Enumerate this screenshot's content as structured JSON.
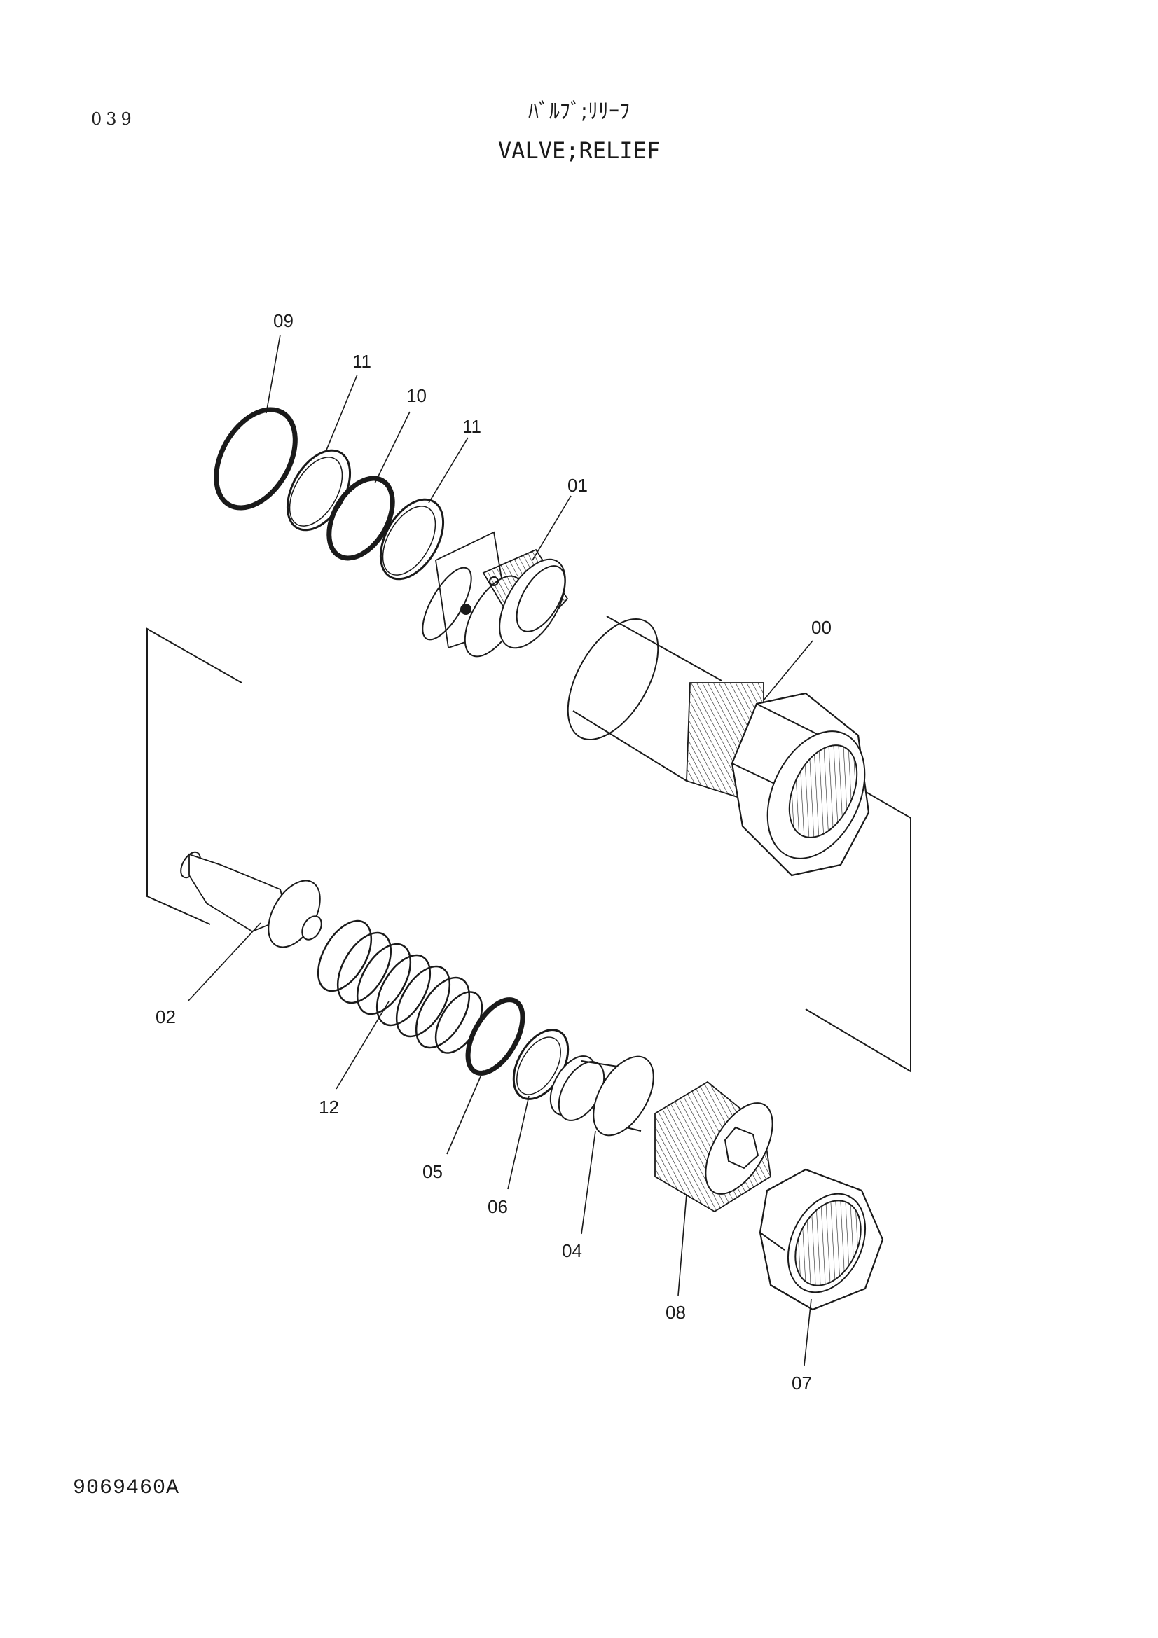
{
  "page_number": "039",
  "title_jp": "ﾊﾞﾙﾌﾞ;ﾘﾘｰﾌ",
  "title_en": "VALVE;RELIEF",
  "document_code": "9069460A",
  "callouts": {
    "c00": "00",
    "c01": "01",
    "c02": "02",
    "c04": "04",
    "c05": "05",
    "c06": "06",
    "c07": "07",
    "c08": "08",
    "c09": "09",
    "c10": "10",
    "c11a": "11",
    "c11b": "11",
    "c12": "12"
  },
  "colors": {
    "ink": "#1a1a1a",
    "background": "#ffffff"
  }
}
